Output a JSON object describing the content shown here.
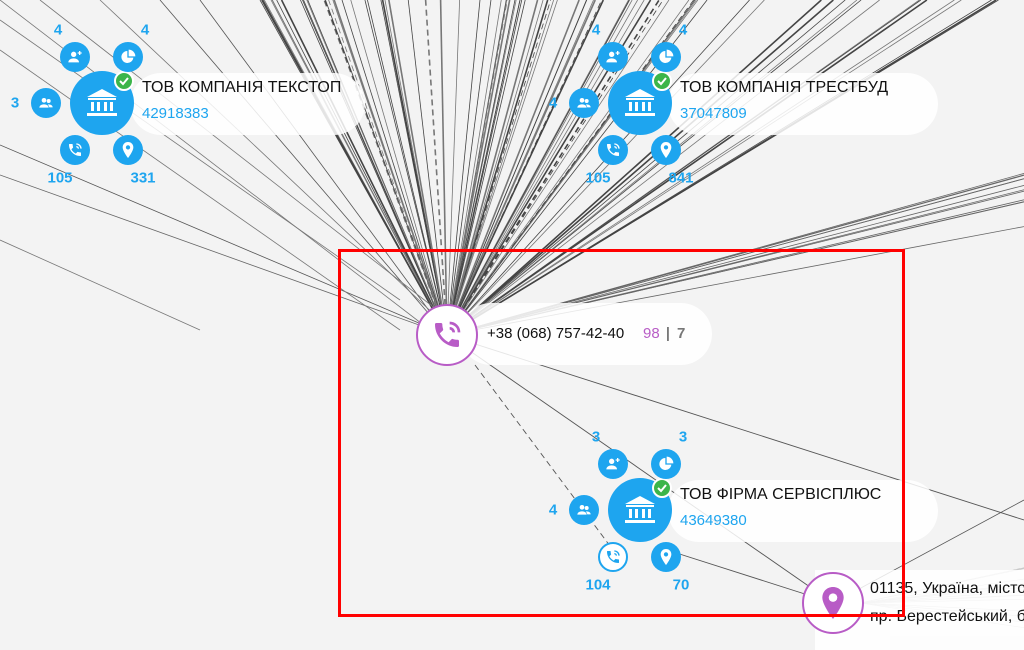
{
  "companies": [
    {
      "name": "ТОВ КОМПАНІЯ ТЕКСТОП",
      "code": "42918383",
      "counts": {
        "founders": "4",
        "shares": "4",
        "persons": "3",
        "phones": "105",
        "addresses": "331"
      }
    },
    {
      "name": "ТОВ КОМПАНІЯ ТРЕСТБУД",
      "code": "37047809",
      "counts": {
        "founders": "4",
        "shares": "4",
        "persons": "4",
        "phones": "105",
        "addresses": "841"
      }
    },
    {
      "name": "ТОВ ФІРМА СЕРВІСПЛЮС",
      "code": "43649380",
      "counts": {
        "founders": "3",
        "shares": "3",
        "persons": "4",
        "phones": "104",
        "addresses": "70"
      }
    }
  ],
  "phone": {
    "number": "+38 (068) 757-42-40",
    "count_a": "98",
    "sep": "|",
    "count_b": "7"
  },
  "address": {
    "line1": "01135, Україна, місто",
    "line2": "пр. Берестейський, б"
  },
  "colors": {
    "company": "#1ea5ef",
    "phone": "#b85cc6",
    "selection": "#ff0000"
  }
}
